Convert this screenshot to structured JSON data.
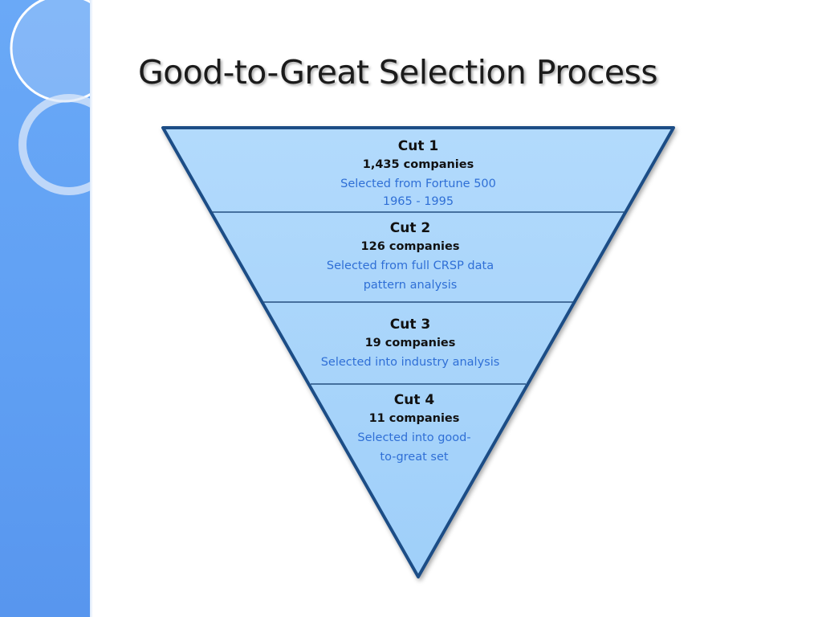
{
  "slide": {
    "title": "Good-to-Great Selection Process"
  },
  "colors": {
    "side_panel": "#6aa9f7",
    "funnel_fill": "#a8d4fb",
    "funnel_border": "#1f4e86",
    "description_text": "#2f6fd6"
  },
  "cuts": [
    {
      "title": "Cut 1",
      "count": "1,435 companies",
      "description_lines": [
        "Selected from Fortune 500",
        "1965 - 1995"
      ]
    },
    {
      "title": "Cut 2",
      "count": "126 companies",
      "description_lines": [
        "Selected from full CRSP data",
        "pattern analysis"
      ]
    },
    {
      "title": "Cut 3",
      "count": "19 companies",
      "description_lines": [
        "Selected into industry analysis"
      ]
    },
    {
      "title": "Cut 4",
      "count": "11 companies",
      "description_lines": [
        "Selected into good-",
        "to-great set"
      ]
    }
  ]
}
